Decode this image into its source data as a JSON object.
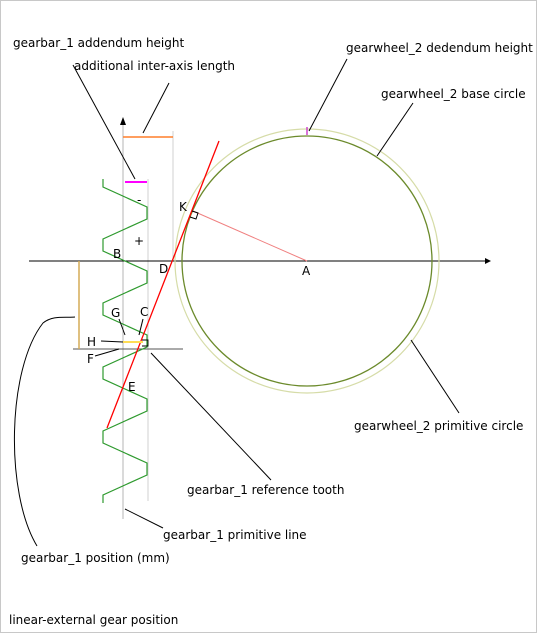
{
  "caption": "linear-external gear position",
  "annotations": {
    "addendum_height": "gearbar_1 addendum height",
    "inter_axis": "additional inter-axis length",
    "dedendum_height": "gearwheel_2 dedendum height",
    "base_circle": "gearwheel_2 base circle",
    "primitive_circle": "gearwheel_2 primitive circle",
    "reference_tooth": "gearbar_1 reference tooth",
    "primitive_line": "gearbar_1 primitive line",
    "position": "gearbar_1 position (mm)"
  },
  "points": {
    "A": "A",
    "B": "B",
    "C": "C",
    "D": "D",
    "E": "E",
    "F": "F",
    "G": "G",
    "H": "H",
    "K": "K"
  },
  "signs": {
    "minus": "-",
    "plus": "+"
  },
  "colors": {
    "line": "#000000",
    "rack": "#2e9a2e",
    "circle": "#6b8a2b",
    "primitive_circle": "#d6dca8",
    "action_line": "#ff0000",
    "radius_line": "#f08080",
    "guide": "#b4b4b4",
    "addendum_marker": "#ff00ff",
    "dedendum_marker": "#cc44cc",
    "inter_axis_marker": "#ff7f2a",
    "position_marker": "#d4aa55",
    "tooth_marker": "#ffdd55"
  }
}
